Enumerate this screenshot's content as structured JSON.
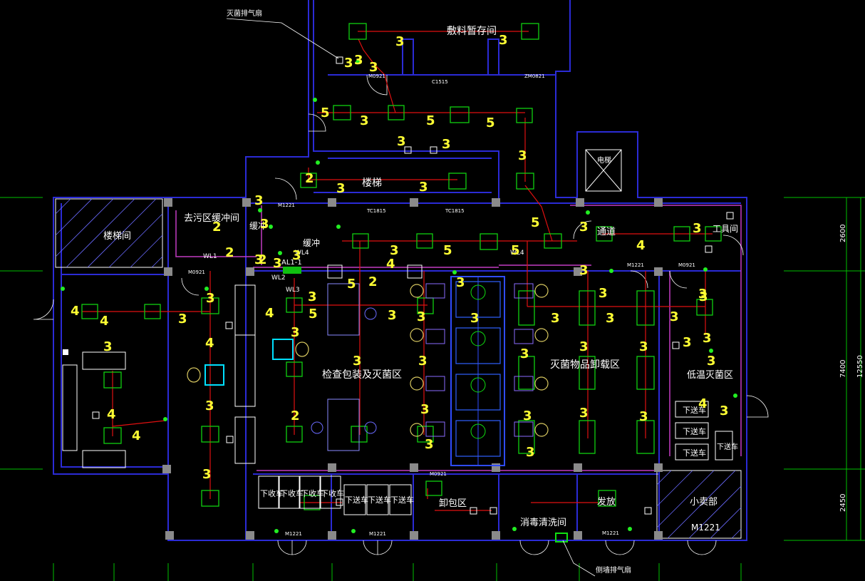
{
  "rooms": {
    "storage": "敷料暂存间",
    "stairs": "楼梯",
    "buffer_dirty": "去污区缓冲间",
    "buffer1": "缓冲",
    "buffer2": "缓冲",
    "corridor": "通道",
    "appliance": "工具间",
    "inspect": "检查包装及灭菌区",
    "sterile_unload": "灭菌物品卸载区",
    "low_temp": "低温灭菌区",
    "unpack": "卸包区",
    "disinfect_wash": "消毒清洗间",
    "issue": "发放",
    "shop": "小卖部",
    "hatched_room": "楼梯间",
    "elevator": "电梯",
    "exhaust_top": "灭菌排气扇",
    "exhaust_bottom": "侧墙排气扇"
  },
  "tags": {
    "al": "AL1-1",
    "wl1": "WL1",
    "wl2": "WL2",
    "wl3": "WL3",
    "wl4": "WL4",
    "wl4b": "WL4",
    "c1515": "C1515",
    "tc1": "TC1815",
    "tc2": "TC1815",
    "m0921a": "M0921",
    "m0921b": "M0921",
    "m0921c": "M0921",
    "m0921d": "M0921",
    "m1221a": "M1221",
    "m1221b": "M1221",
    "m1221c": "M1221",
    "m1221d": "M1221",
    "m1221e": "M1221",
    "zm": "ZM0821",
    "m1221f": "M1221"
  },
  "carts": [
    "下收车",
    "下收车",
    "下收车",
    "下收车",
    "下送车",
    "下送车",
    "下送车"
  ],
  "right_carts": [
    "下送车",
    "下送车",
    "下送车",
    "下送车"
  ],
  "dims": {
    "d1": "2600",
    "d2": "7400",
    "d3": "2450",
    "d4": "12550"
  },
  "annotations": [
    "3",
    "3",
    "3",
    "3",
    "3",
    "5",
    "3",
    "5",
    "3",
    "3",
    "5",
    "2",
    "3",
    "3",
    "3",
    "3",
    "2",
    "2",
    "3",
    "3",
    "5",
    "5",
    "5",
    "3",
    "4",
    "3",
    "3",
    "2",
    "3",
    "4",
    "3",
    "3",
    "4",
    "4",
    "3",
    "4",
    "5",
    "3",
    "3",
    "3",
    "3",
    "3",
    "3",
    "3",
    "4",
    "3",
    "4",
    "4",
    "3",
    "3",
    "3",
    "2",
    "5",
    "2",
    "3",
    "3",
    "3",
    "3",
    "3",
    "3",
    "3",
    "3",
    "3",
    "3",
    "3",
    "3",
    "3",
    "3",
    "3",
    "3",
    "3",
    "3",
    "3",
    "4",
    "3"
  ],
  "colors": {
    "wall": "#2b2bd6",
    "partition": "#c23cc2",
    "duct": "#e01010",
    "diffuser": "#10d010",
    "annotation": "#ffff33"
  }
}
